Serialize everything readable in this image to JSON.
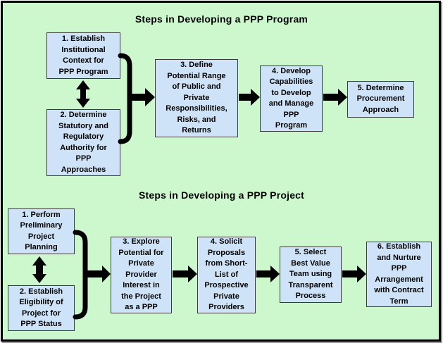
{
  "colors": {
    "background_green": "#cdf8cd",
    "box_fill_blue": "#cfe3f8",
    "box_border": "#3a3a3a",
    "arrow_black": "#000000",
    "frame_border": "#000000",
    "frame_shadow": "#999999"
  },
  "program": {
    "title": "Steps in Developing a PPP Program",
    "boxes": [
      {
        "lines": [
          "1. Establish",
          "Institutional",
          "Context for",
          "PPP Program"
        ]
      },
      {
        "lines": [
          "2. Determine",
          "Statutory and",
          "Regulatory",
          "Authority for",
          "PPP",
          "Approaches"
        ]
      },
      {
        "lines": [
          "3. Define",
          "Potential Range",
          "of Public and",
          "Private",
          "Responsibilities,",
          "Risks, and",
          "Returns"
        ]
      },
      {
        "lines": [
          "4. Develop",
          "Capabilities",
          "to Develop",
          "and Manage",
          "PPP",
          "Program"
        ]
      },
      {
        "lines": [
          "5. Determine",
          "Procurement",
          "Approach"
        ]
      }
    ]
  },
  "project": {
    "title": "Steps in Developing a PPP Project",
    "boxes": [
      {
        "lines": [
          "1. Perform",
          "Preliminary",
          "Project",
          "Planning"
        ]
      },
      {
        "lines": [
          "2. Establish",
          "Eligibility of",
          "Project for",
          "PPP Status"
        ]
      },
      {
        "lines": [
          "3. Explore",
          "Potential for",
          "Private",
          "Provider",
          "Interest in",
          "the Project",
          "as a PPP"
        ]
      },
      {
        "lines": [
          "4. Solicit",
          "Proposals",
          "from Short-",
          "List of",
          "Prospective",
          "Private",
          "Providers"
        ]
      },
      {
        "lines": [
          "5. Select",
          "Best Value",
          "Team using",
          "Transparent",
          "Process"
        ]
      },
      {
        "lines": [
          "6. Establish",
          "and Nurture",
          "PPP",
          "Arrangement",
          "with Contract",
          "Term"
        ]
      }
    ]
  }
}
